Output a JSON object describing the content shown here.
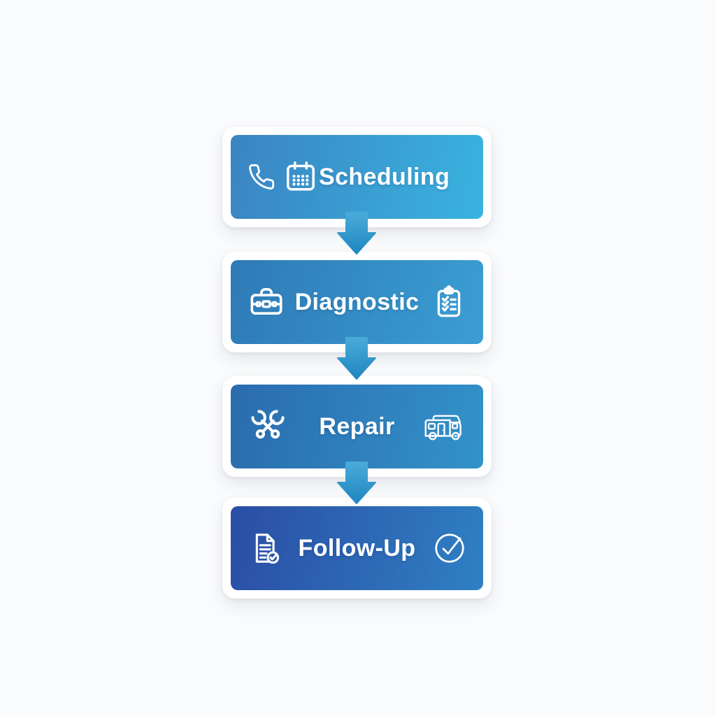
{
  "canvas": {
    "background": "#fafbfc"
  },
  "flow": {
    "steps": [
      {
        "label": "Scheduling",
        "icons": [
          "phone-icon",
          "calendar-icon"
        ],
        "gradient_from": "#3b84c2",
        "gradient_to": "#39b3e0"
      },
      {
        "label": "Diagnostic",
        "icons": [
          "toolbox-icon",
          "checklist-clipboard-icon"
        ],
        "gradient_from": "#2e7ab7",
        "gradient_to": "#3b9ed3"
      },
      {
        "label": "Repair",
        "icons": [
          "crossed-wrenches-icon",
          "rv-camper-icon"
        ],
        "gradient_from": "#2a6cae",
        "gradient_to": "#3392ca"
      },
      {
        "label": "Follow-Up",
        "icons": [
          "document-check-icon",
          "check-circle-icon"
        ],
        "gradient_from": "#2b4da5",
        "gradient_to": "#2f80c3"
      }
    ],
    "arrow": {
      "direction": "down",
      "color_top": "#49abd9",
      "color_bottom": "#1f86c0"
    }
  }
}
